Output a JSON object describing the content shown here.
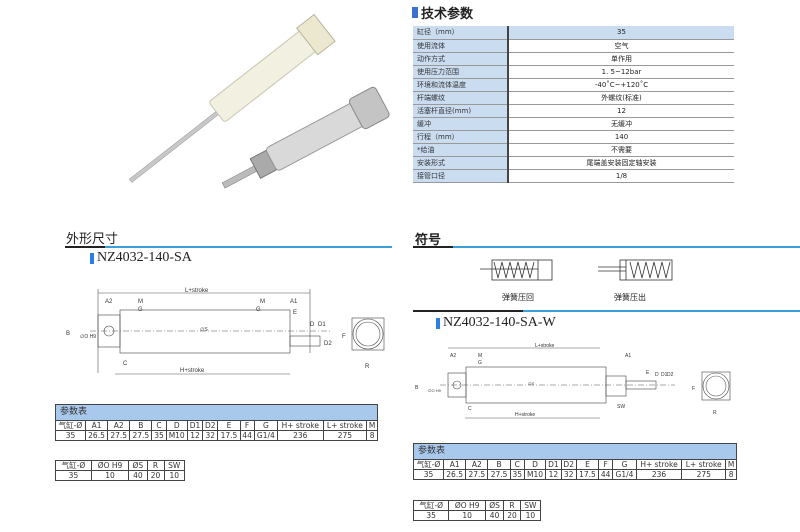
{
  "tech": {
    "title": "技术参数",
    "rows": [
      {
        "label": "缸径（mm）",
        "value": "35"
      },
      {
        "label": "使用流体",
        "value": "空气"
      },
      {
        "label": "动作方式",
        "value": "单作用"
      },
      {
        "label": "使用压力范围",
        "value": "1. 5~12bar"
      },
      {
        "label": "环境和流体温度",
        "value": "-40˚C~+120˚C"
      },
      {
        "label": "杆端螺纹",
        "value": "外螺纹(标准)"
      },
      {
        "label": "活塞杆直径(mm)",
        "value": "12"
      },
      {
        "label": "缓冲",
        "value": "无缓冲"
      },
      {
        "label": "行程（mm）",
        "value": "140"
      },
      {
        "label": "*给油",
        "value": "不需要"
      },
      {
        "label": "安装形式",
        "value": "尾端盖安装固定轴安装"
      },
      {
        "label": "接管口径",
        "value": "1/8"
      }
    ]
  },
  "dims": {
    "title": "外形尺寸",
    "model": "NZ4032-140-SA"
  },
  "symbol": {
    "title": "符号",
    "spring_return": "弹簧压回",
    "spring_extend": "弹簧压出",
    "model": "NZ4032-140-SA-W"
  },
  "drawing": {
    "L": "L+stroke",
    "H": "H+stroke",
    "A1": "A1",
    "A2": "A2",
    "M": "M",
    "G": "G",
    "E": "E",
    "D": "D",
    "D1": "D1",
    "D2": "D2",
    "F": "F",
    "B": "B",
    "O": "∅O H9",
    "S": "∅S",
    "C": "C",
    "R": "R",
    "SW": "SW"
  },
  "params": {
    "title": "参数表",
    "headers": [
      "气缸-Ø",
      "A1",
      "A2",
      "B",
      "C",
      "D",
      "D1",
      "D2",
      "E",
      "F",
      "G",
      "H+ stroke",
      "L+ stroke",
      "M"
    ],
    "values": [
      "35",
      "26.5",
      "27.5",
      "27.5",
      "35",
      "M10",
      "12",
      "32",
      "17.5",
      "44",
      "G1/4",
      "236",
      "275",
      "8"
    ],
    "headers2": [
      "气缸-Ø",
      "ØO H9",
      "ØS",
      "R",
      "SW"
    ],
    "values2": [
      "35",
      "10",
      "40",
      "20",
      "10"
    ]
  }
}
